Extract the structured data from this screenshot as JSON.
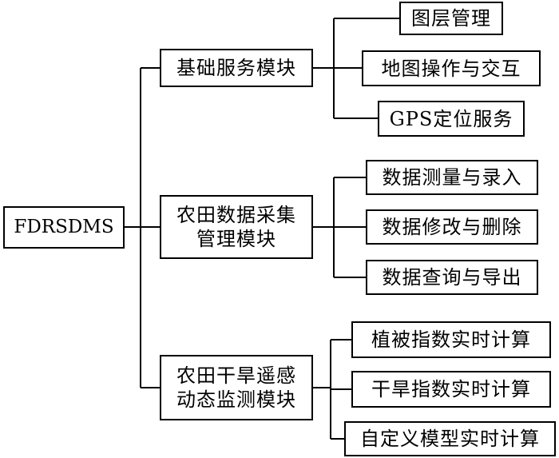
{
  "root": {
    "label": "FDRSDMS"
  },
  "modules": [
    {
      "lines": [
        "基础服务模块"
      ],
      "children": [
        "图层管理",
        "地图操作与交互",
        "GPS定位服务"
      ]
    },
    {
      "lines": [
        "农田数据采集",
        "管理模块"
      ],
      "children": [
        "数据测量与录入",
        "数据修改与删除",
        "数据查询与导出"
      ]
    },
    {
      "lines": [
        "农田干旱遥感",
        "动态监测模块"
      ],
      "children": [
        "植被指数实时计算",
        "干旱指数实时计算",
        "自定义模型实时计算"
      ]
    }
  ]
}
